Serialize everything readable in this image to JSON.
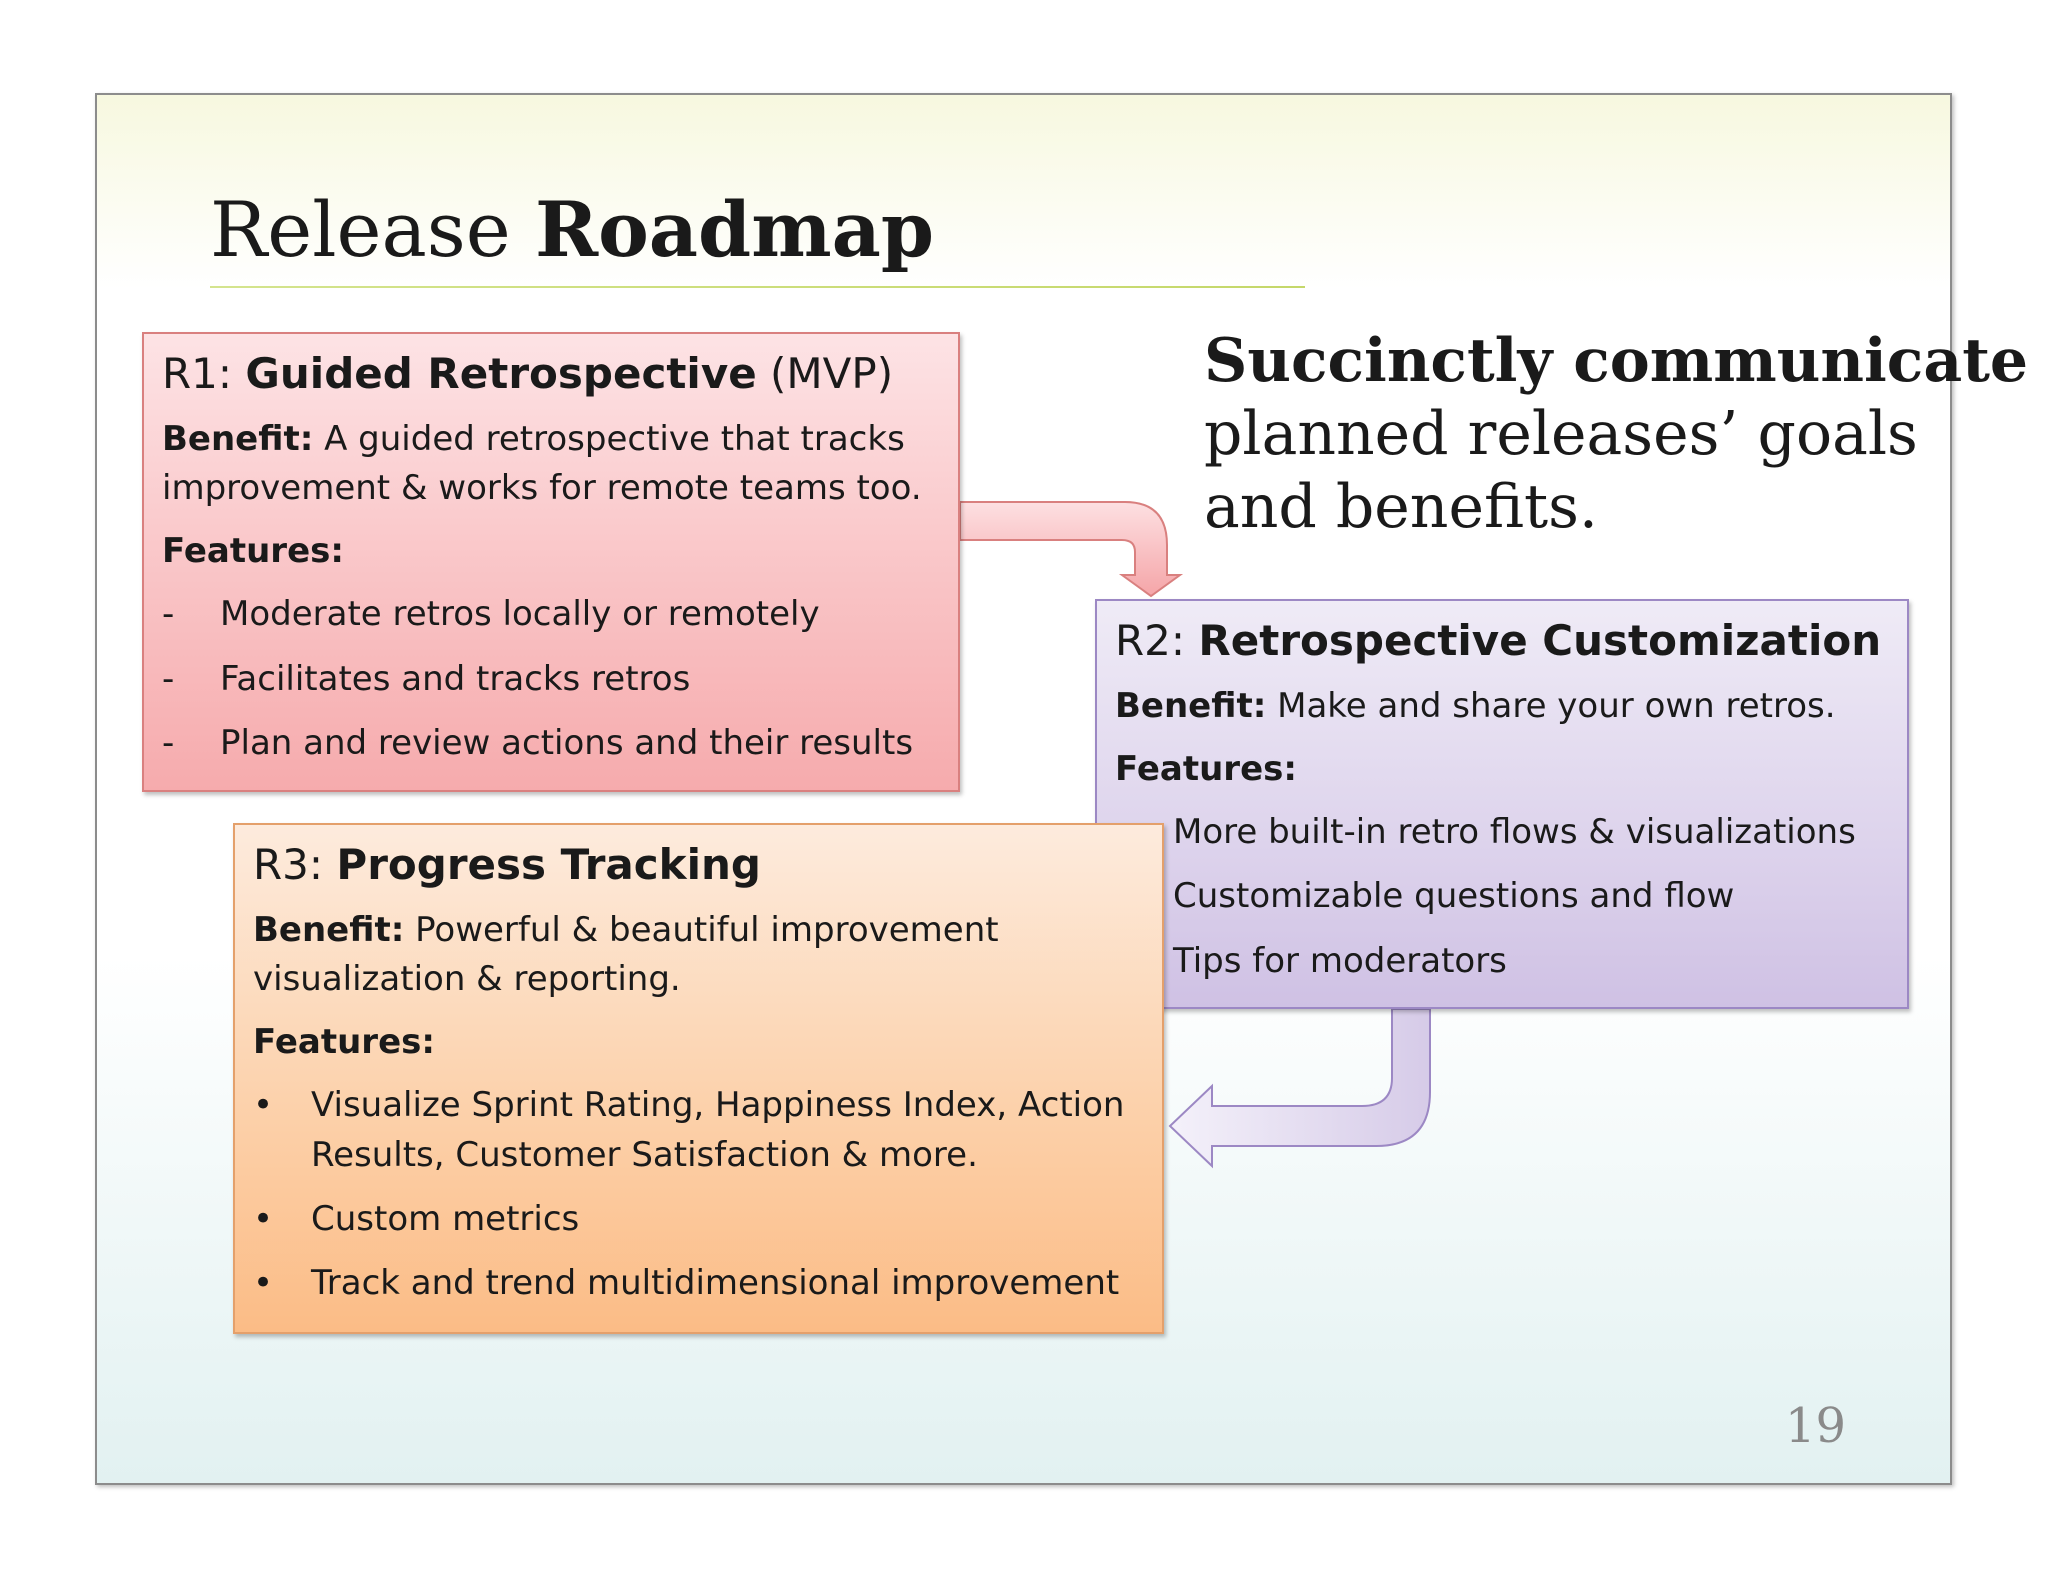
{
  "slide": {
    "title_regular": "Release",
    "title_bold": "Roadmap",
    "page_number": "19"
  },
  "tagline": {
    "bold": "Succinctly communicate",
    "rest": "planned releases’ goals and benefits."
  },
  "r1": {
    "id": "R1:",
    "name": "Guided Retrospective",
    "tag": "(MVP)",
    "benefit_label": "Benefit:",
    "benefit_text": "A guided retrospective that tracks improvement & works for remote teams too.",
    "features_label": "Features:",
    "marker": "-",
    "features": [
      "Moderate retros locally or remotely",
      "Facilitates and tracks retros",
      "Plan and review actions and their results"
    ]
  },
  "r2": {
    "id": "R2:",
    "name": "Retrospective Customization",
    "benefit_label": "Benefit:",
    "benefit_text": "Make and share your own retros.",
    "features_label": "Features:",
    "marker": "-",
    "features": [
      "More built-in retro flows & visualizations",
      "Customizable questions and flow",
      "Tips for moderators"
    ]
  },
  "r3": {
    "id": "R3:",
    "name": "Progress Tracking",
    "benefit_label": "Benefit:",
    "benefit_text": "Powerful & beautiful improvement visualization & reporting.",
    "features_label": "Features:",
    "marker": "•",
    "features": [
      "Visualize Sprint Rating, Happiness Index, Action Results, Customer Satisfaction & more.",
      "Custom metrics",
      "Track and trend multidimensional improvement"
    ]
  },
  "colors": {
    "r1_fill": "#f9c3c5",
    "r2_fill": "#ddd3ec",
    "r3_fill": "#fccfa7",
    "title_rule": "#c5d86a"
  }
}
